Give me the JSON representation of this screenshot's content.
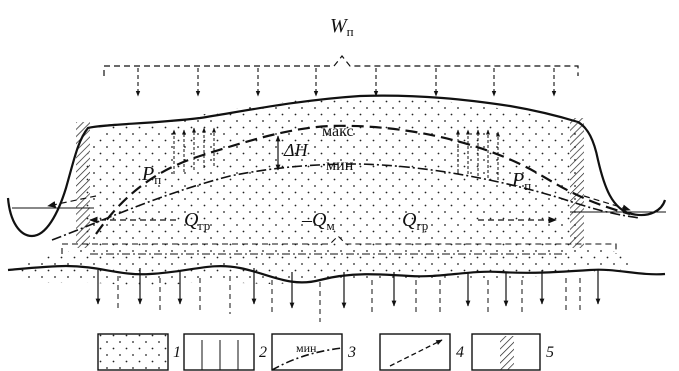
{
  "diagram": {
    "labels": {
      "w_main": "W",
      "w_sub": "п",
      "maks": "макс",
      "min": "мин",
      "delta_h": "ΔH",
      "p_left_main": "P",
      "p_left_sub": "п",
      "p_right_main": "P",
      "p_right_sub": "п",
      "q_left_main": "Q",
      "q_left_sub": "гр",
      "q_mid_prefix": "–",
      "q_mid_main": "Q",
      "q_mid_sub": "м",
      "q_right_main": "Q",
      "q_right_sub": "гр"
    },
    "legend": [
      {
        "num": "1"
      },
      {
        "num": "2"
      },
      {
        "num": "3",
        "swatch_text": "мин"
      },
      {
        "num": "4"
      },
      {
        "num": "5"
      }
    ]
  }
}
